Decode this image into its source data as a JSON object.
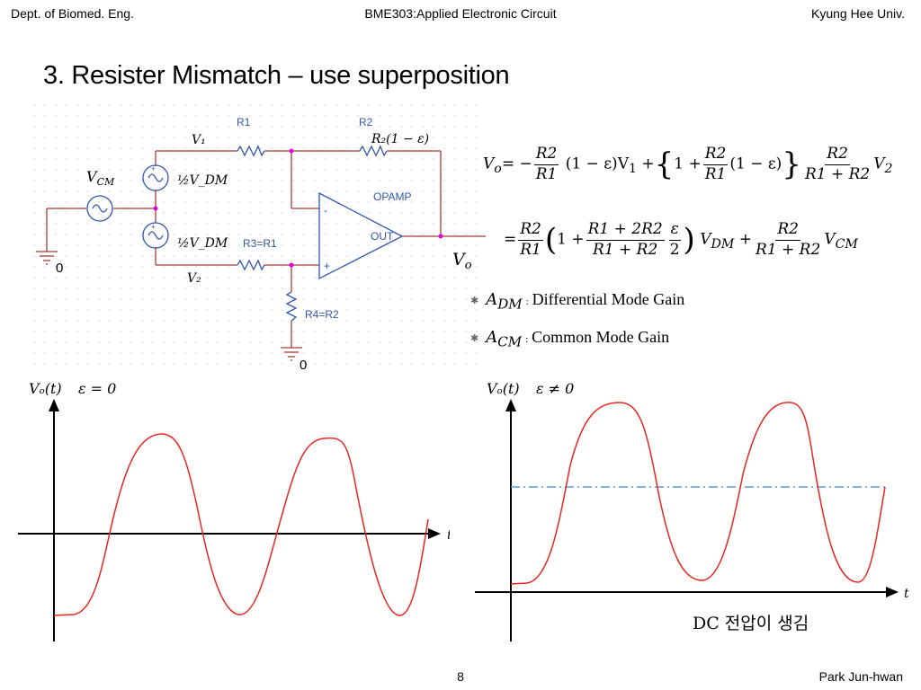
{
  "header": {
    "left": "Dept. of Biomed. Eng.",
    "center": "BME303:Applied Electronic Circuit",
    "right": "Kyung Hee Univ."
  },
  "title": "3. Resister Mismatch – use superposition",
  "circuit": {
    "r1": "R1",
    "r2": "R2",
    "r2_expr": "R₂(1 − ε)",
    "r3": "R3=R1",
    "r4": "R4=R2",
    "opamp": "OPAMP",
    "out": "OUT",
    "minus": "-",
    "plus": "+",
    "v1": "V₁",
    "v2": "V₂",
    "vcm": "V",
    "vcm_sub": "CM",
    "half_vdm_1": "½V_DM",
    "half_vdm_2": "½V_DM",
    "vo": "V",
    "vo_sub": "o",
    "ground1": "0",
    "ground2": "0"
  },
  "equations": {
    "eq1": {
      "lhs": "V",
      "lhs_sub": "o",
      "eq": "=",
      "minus": "−",
      "num1": "R2",
      "den1": "R1",
      "factor1": "(1 − ε)V",
      "factor1_sub": "1",
      "plus": "+",
      "brace_open": "{",
      "one": "1 +",
      "num2": "R2",
      "den2": "R1",
      "factor2": "(1 − ε)",
      "brace_close": "}",
      "num3": "R2",
      "den3": "R1 + R2",
      "v2": "V",
      "v2_sub": "2"
    },
    "eq2": {
      "eq": "=",
      "num1": "R2",
      "den1": "R1",
      "paren_open": "(",
      "one": "1 +",
      "num2": "R1 + 2R2",
      "den2": "R1 + R2",
      "num3": "ε",
      "den3": "2",
      "paren_close": ")",
      "vdm": "V",
      "vdm_sub": "DM",
      "plus": "+",
      "num4": "R2",
      "den4": "R1 + R2",
      "vcm": "V",
      "vcm_sub": "CM"
    }
  },
  "bullets": [
    {
      "symbol": "A",
      "sub": "DM",
      "colon": ":",
      "text": "Differential Mode Gain"
    },
    {
      "symbol": "A",
      "sub": "CM",
      "colon": ":",
      "text": "Common Mode Gain"
    }
  ],
  "graphs": {
    "left": {
      "ylabel": "Vₒ(t)",
      "condition": "ε = 0",
      "xlabel": "t"
    },
    "right": {
      "ylabel": "Vₒ(t)",
      "condition": "ε ≠ 0",
      "xlabel": "t",
      "caption": "DC 전압이 생김"
    }
  },
  "colors": {
    "signal": "#e8261f",
    "dc_level": "#5b9bd5",
    "wire": "#a33a3a",
    "component": "#3355aa",
    "node": "#e000e0"
  },
  "footer": {
    "page": "8",
    "author": "Park Jun-hwan"
  }
}
